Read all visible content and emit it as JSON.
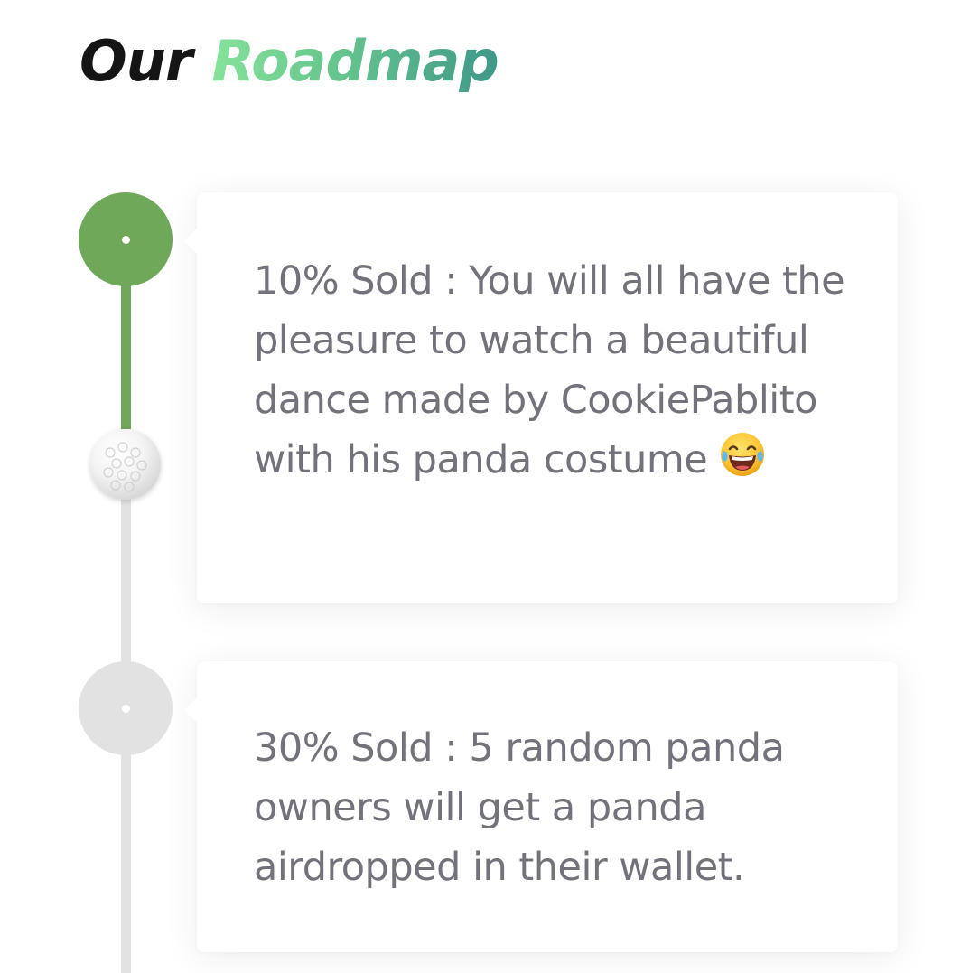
{
  "title": {
    "word1": "Our",
    "word2": "Roadmap"
  },
  "colors": {
    "accent_green": "#6fa858",
    "gradient_start": "#86e39a",
    "gradient_end": "#3f9888",
    "track_gray": "#e2e2e2",
    "body_text": "#73727a"
  },
  "roadmap": {
    "progress_icon": "golf-ball-icon",
    "items": [
      {
        "text": "10% Sold : You will all have the pleasure to watch a beautiful dance made by CookiePablito with his panda costume",
        "emoji": "laughing-tears-emoji-icon",
        "status": "reached"
      },
      {
        "text": "30% Sold : 5 random panda owners will get a panda airdropped in their wallet.",
        "status": "pending"
      }
    ]
  }
}
